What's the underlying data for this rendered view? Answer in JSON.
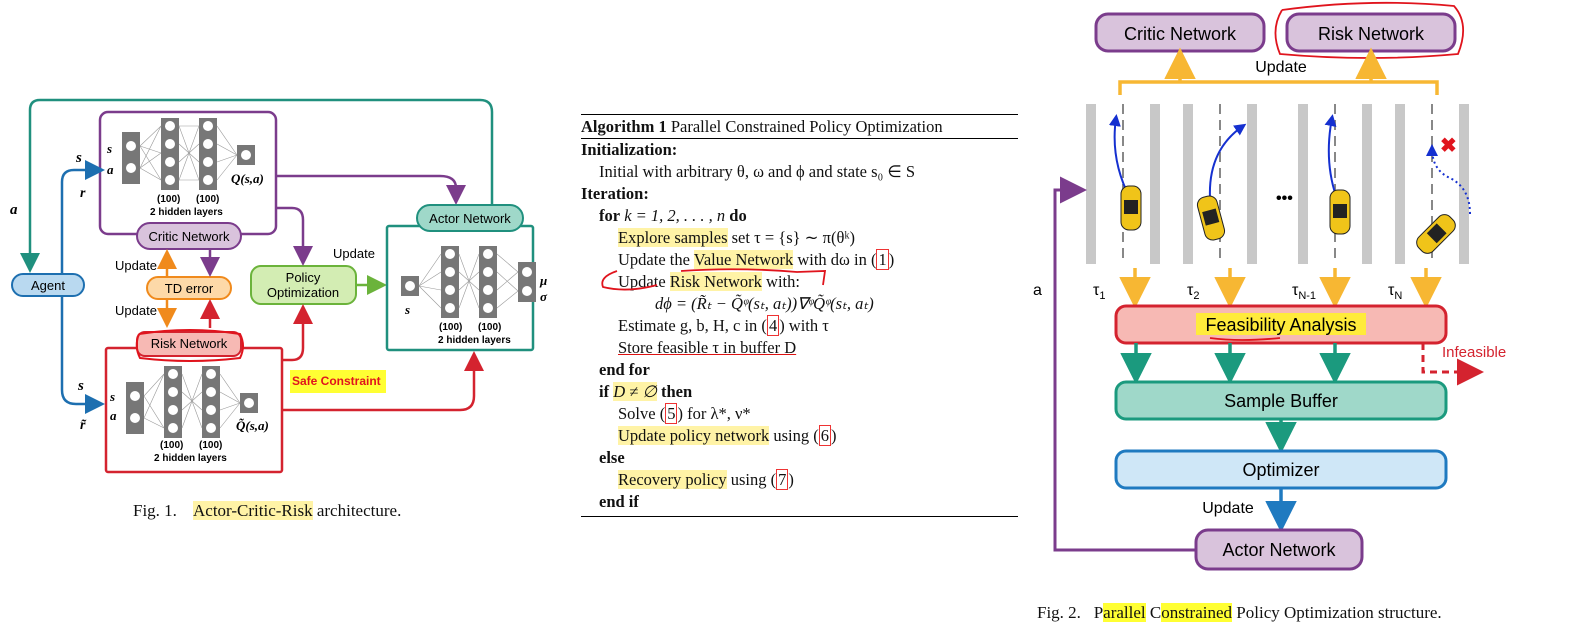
{
  "fig1": {
    "labels": {
      "s_top": "s",
      "r_top": "r",
      "a_left": "a",
      "s_bottom": "s",
      "r_tilde": "r̃",
      "critic_in_s": "s",
      "critic_in_a": "a",
      "critic_out": "Q(s,a)",
      "critic_hidden": "(100)",
      "critic_hidden2": "(100)",
      "critic_layers": "2 hidden layers",
      "risk_in_s": "s",
      "risk_in_a": "a",
      "risk_out": "Q̃(s,a)",
      "risk_hidden": "(100)",
      "risk_hidden2": "(100)",
      "risk_layers": "2 hidden layers",
      "actor_in": "s",
      "actor_mu": "μ",
      "actor_sigma": "σ",
      "actor_hidden": "(100)",
      "actor_hidden2": "(100)",
      "actor_layers": "2 hidden layers"
    },
    "nodes": {
      "agent": "Agent",
      "critic": "Critic Network",
      "td_error": "TD error",
      "risk": "Risk Network",
      "policy_opt_1": "Policy",
      "policy_opt_2": "Optimization",
      "actor": "Actor Network"
    },
    "edge_labels": {
      "update_top": "Update",
      "update_bottom": "Update",
      "update_right": "Update",
      "safe_constraint": "Safe Constraint"
    },
    "caption_prefix": "Fig. 1.",
    "caption_highlight": "Actor-Critic-Risk",
    "caption_rest": " architecture."
  },
  "algorithm": {
    "title_bold": "Algorithm 1",
    "title": " Parallel Constrained Policy Optimization",
    "init_header": "Initialization:",
    "init_line": "Initial with arbitrary θ, ω and ϕ and state s₀ ∈ S",
    "iter_header": "Iteration:",
    "for_line_kw": "for",
    "for_line": " k = 1, 2, . . . , n ",
    "for_do": "do",
    "explore_hl": "Explore samples",
    "explore_rest": " set τ = {s} ∼ π(θᵏ)",
    "update_value_pre": "Update the ",
    "update_value_hl": "Value Network",
    "update_value_post": " with dω in (",
    "update_value_ref": "1",
    "update_value_close": ")",
    "update_risk_pre": "Update ",
    "update_risk_hl": "Risk Network",
    "update_risk_post": " with:",
    "dphi_line": "dϕ = (R̃ₜ − Q̃ᵠ(sₜ, aₜ))∇ᵠQ̃ᵠ(sₜ, aₜ)",
    "estimate_pre": "Estimate g, b, H, c in (",
    "estimate_ref": "4",
    "estimate_post": ") with τ",
    "store_line": "Store feasible τ in buffer D",
    "end_for": "end for",
    "if_kw": "if",
    "if_cond": "D ≠ ∅",
    "then_kw": "then",
    "solve_pre": "Solve (",
    "solve_ref": "5",
    "solve_post": ") for λ*, ν*",
    "update_policy_hl": "Update policy network",
    "update_policy_pre": " using (",
    "update_policy_ref": "6",
    "update_policy_post": ")",
    "else_kw": "else",
    "recovery_hl": "Recovery policy",
    "recovery_pre": " using (",
    "recovery_ref": "7",
    "recovery_post": ")",
    "end_if": "end if"
  },
  "fig2": {
    "nodes": {
      "critic": "Critic Network",
      "risk": "Risk Network",
      "feasibility": "Feasibility Analysis",
      "sample_buffer": "Sample Buffer",
      "optimizer": "Optimizer",
      "actor": "Actor Network"
    },
    "labels": {
      "update_top": "Update",
      "update_bottom": "Update",
      "a": "a",
      "tau1": "τ",
      "tau1_sub": "1",
      "tau2": "τ",
      "tau2_sub": "2",
      "tauN1": "τ",
      "tauN1_sub": "N-1",
      "tauN": "τ",
      "tauN_sub": "N",
      "ellipsis": "•••",
      "infeasible": "Infeasible"
    },
    "caption_prefix": "Fig. 2.",
    "caption_p": "P",
    "caption_parallel_hl": "arallel",
    "caption_c": " C",
    "caption_constrained_hl": "onstrained",
    "caption_rest": " Policy Optimization structure."
  },
  "colors": {
    "critic_fill": "#d9c3dc",
    "critic_stroke": "#7b3c8c",
    "risk_fill": "#f7b9b4",
    "risk_stroke": "#d4232f",
    "actor_fill": "#9fd8c9",
    "actor_stroke": "#20907e",
    "agent_fill": "#b9d9f0",
    "agent_stroke": "#1d6fb0",
    "td_fill": "#fdd9a8",
    "td_stroke": "#f08a1c",
    "policy_fill": "#d3edb3",
    "policy_stroke": "#6bb33b",
    "yellow_arrow": "#f7b733",
    "teal_arrow": "#1b9a7e",
    "optimizer_fill": "#cfe7f7",
    "optimizer_stroke": "#1f7ac0"
  }
}
